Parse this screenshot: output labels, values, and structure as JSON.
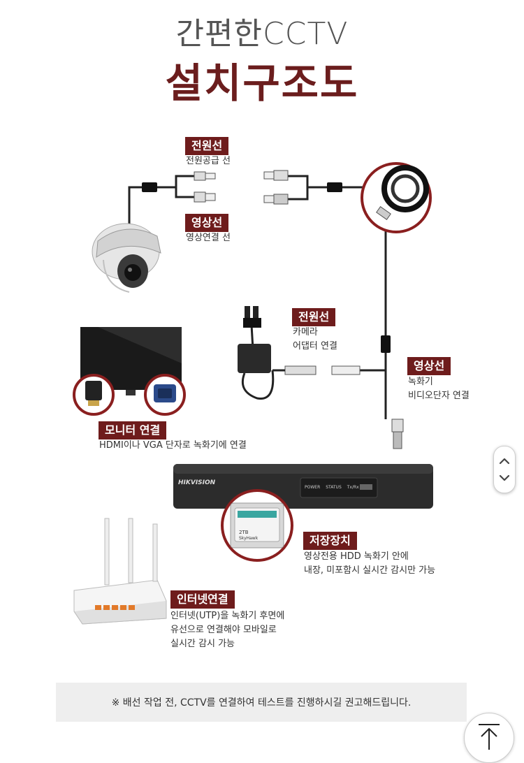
{
  "title": {
    "line1": "간편한CCTV",
    "line2": "설치구조도"
  },
  "labels": {
    "power_top": {
      "tag": "전원선",
      "desc": [
        "전원공급 선"
      ]
    },
    "video_top": {
      "tag": "영상선",
      "desc": [
        "영상연결 선"
      ]
    },
    "power_adapter": {
      "tag": "전원선",
      "desc": [
        "카메라",
        "어댑터 연결"
      ]
    },
    "video_recorder": {
      "tag": "영상선",
      "desc": [
        "녹화기",
        "비디오단자 연결"
      ]
    },
    "monitor": {
      "tag": "모니터 연결",
      "desc": [
        "HDMI이나 VGA 단자로 녹화기에 연결"
      ]
    },
    "storage": {
      "tag": "저장장치",
      "desc": [
        "영상전용 HDD 녹화기 안에",
        "내장, 미포함시 실시간 감시만 가능"
      ]
    },
    "internet": {
      "tag": "인터넷연결",
      "desc": [
        "인터넷(UTP)을 녹화기 후면에",
        "유선으로 연결해야 모바일로",
        "실시간 감시 가능"
      ]
    }
  },
  "devices": {
    "dvr_brand": "HIKVISION",
    "dvr_panel": [
      "POWER",
      "STATUS",
      "Tx/Rx"
    ],
    "hdd_capacity": "2TB",
    "hdd_model": "SkyHawk"
  },
  "footer_note": "※ 배선 작업 전, CCTV를 연결하여 테스트를 진행하시길 권고해드립니다.",
  "colors": {
    "accent": "#6e1c1c",
    "circle_border": "#8a1f1f",
    "note_bg": "#eeeeee"
  },
  "icons": {
    "scroll_up": "chevron-up-icon",
    "scroll_down": "chevron-down-icon",
    "back_to_top": "arrow-up-icon"
  }
}
